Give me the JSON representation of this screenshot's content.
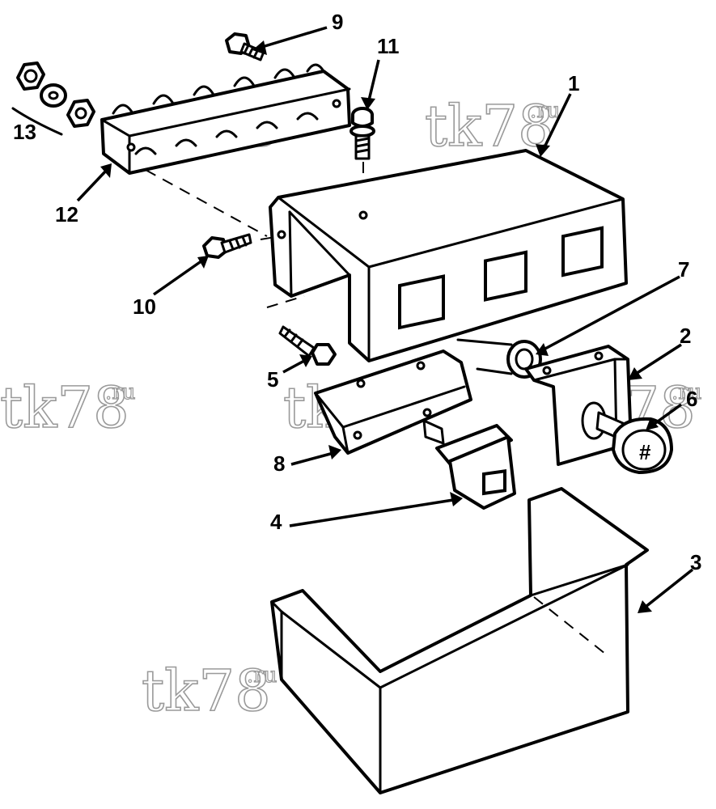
{
  "diagram": {
    "callouts": [
      {
        "id": "1",
        "label": "1"
      },
      {
        "id": "2",
        "label": "2"
      },
      {
        "id": "3",
        "label": "3"
      },
      {
        "id": "4",
        "label": "4"
      },
      {
        "id": "5",
        "label": "5"
      },
      {
        "id": "6",
        "label": "6"
      },
      {
        "id": "7",
        "label": "7"
      },
      {
        "id": "8",
        "label": "8"
      },
      {
        "id": "9",
        "label": "9"
      },
      {
        "id": "10",
        "label": "10"
      },
      {
        "id": "11",
        "label": "11"
      },
      {
        "id": "12",
        "label": "12"
      },
      {
        "id": "13",
        "label": "13"
      }
    ],
    "watermark": {
      "text": "tk78",
      "suffix": ".ru"
    },
    "colors": {
      "ink": "#000000",
      "paper": "#ffffff",
      "watermark": "#9a9a9a"
    }
  }
}
